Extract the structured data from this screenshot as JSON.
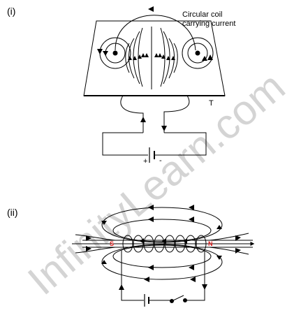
{
  "part_i": {
    "label": "(i)",
    "annotation_line1": "Circular coil",
    "annotation_line2": "carrying current",
    "corner_label": "T",
    "battery_plus": "+",
    "battery_minus": "-"
  },
  "part_ii": {
    "label": "(ii)",
    "pole_left": "S",
    "pole_right": "N"
  },
  "watermark": "InfinityLearn.com"
}
